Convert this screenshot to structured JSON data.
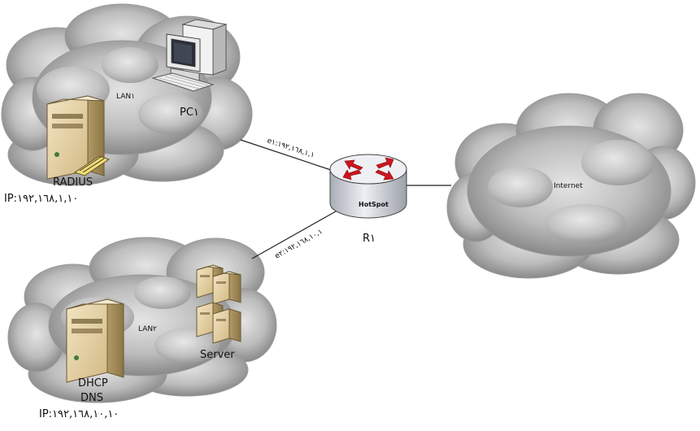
{
  "lan1": {
    "label": "LAN١",
    "pc_label": "PC١",
    "radius_label": "RADIUS",
    "radius_ip": "IP:١٩٢,١٦٨,١,١٠"
  },
  "lan2": {
    "label": "LAN٢",
    "server_label": "Server",
    "dhcp_label": "DHCP",
    "dns_label": "DNS",
    "dhcp_ip": "IP:١٩٢,١٦٨,١٠,١٠"
  },
  "router": {
    "name": "R١",
    "caption": "HotSpot",
    "e1_label": "e١:١٩٢,١٦٨,١,١",
    "e2_label": "e٢:١٩٢,١٦٨,١٠,١"
  },
  "internet": {
    "label": "Internet"
  },
  "colors": {
    "cloud": "#8c8c8c",
    "cloud_light": "#d2d2d2",
    "router_arrow": "#d0141b",
    "router_body": "#c9ccd4",
    "server_body": "#e7d4a8"
  }
}
